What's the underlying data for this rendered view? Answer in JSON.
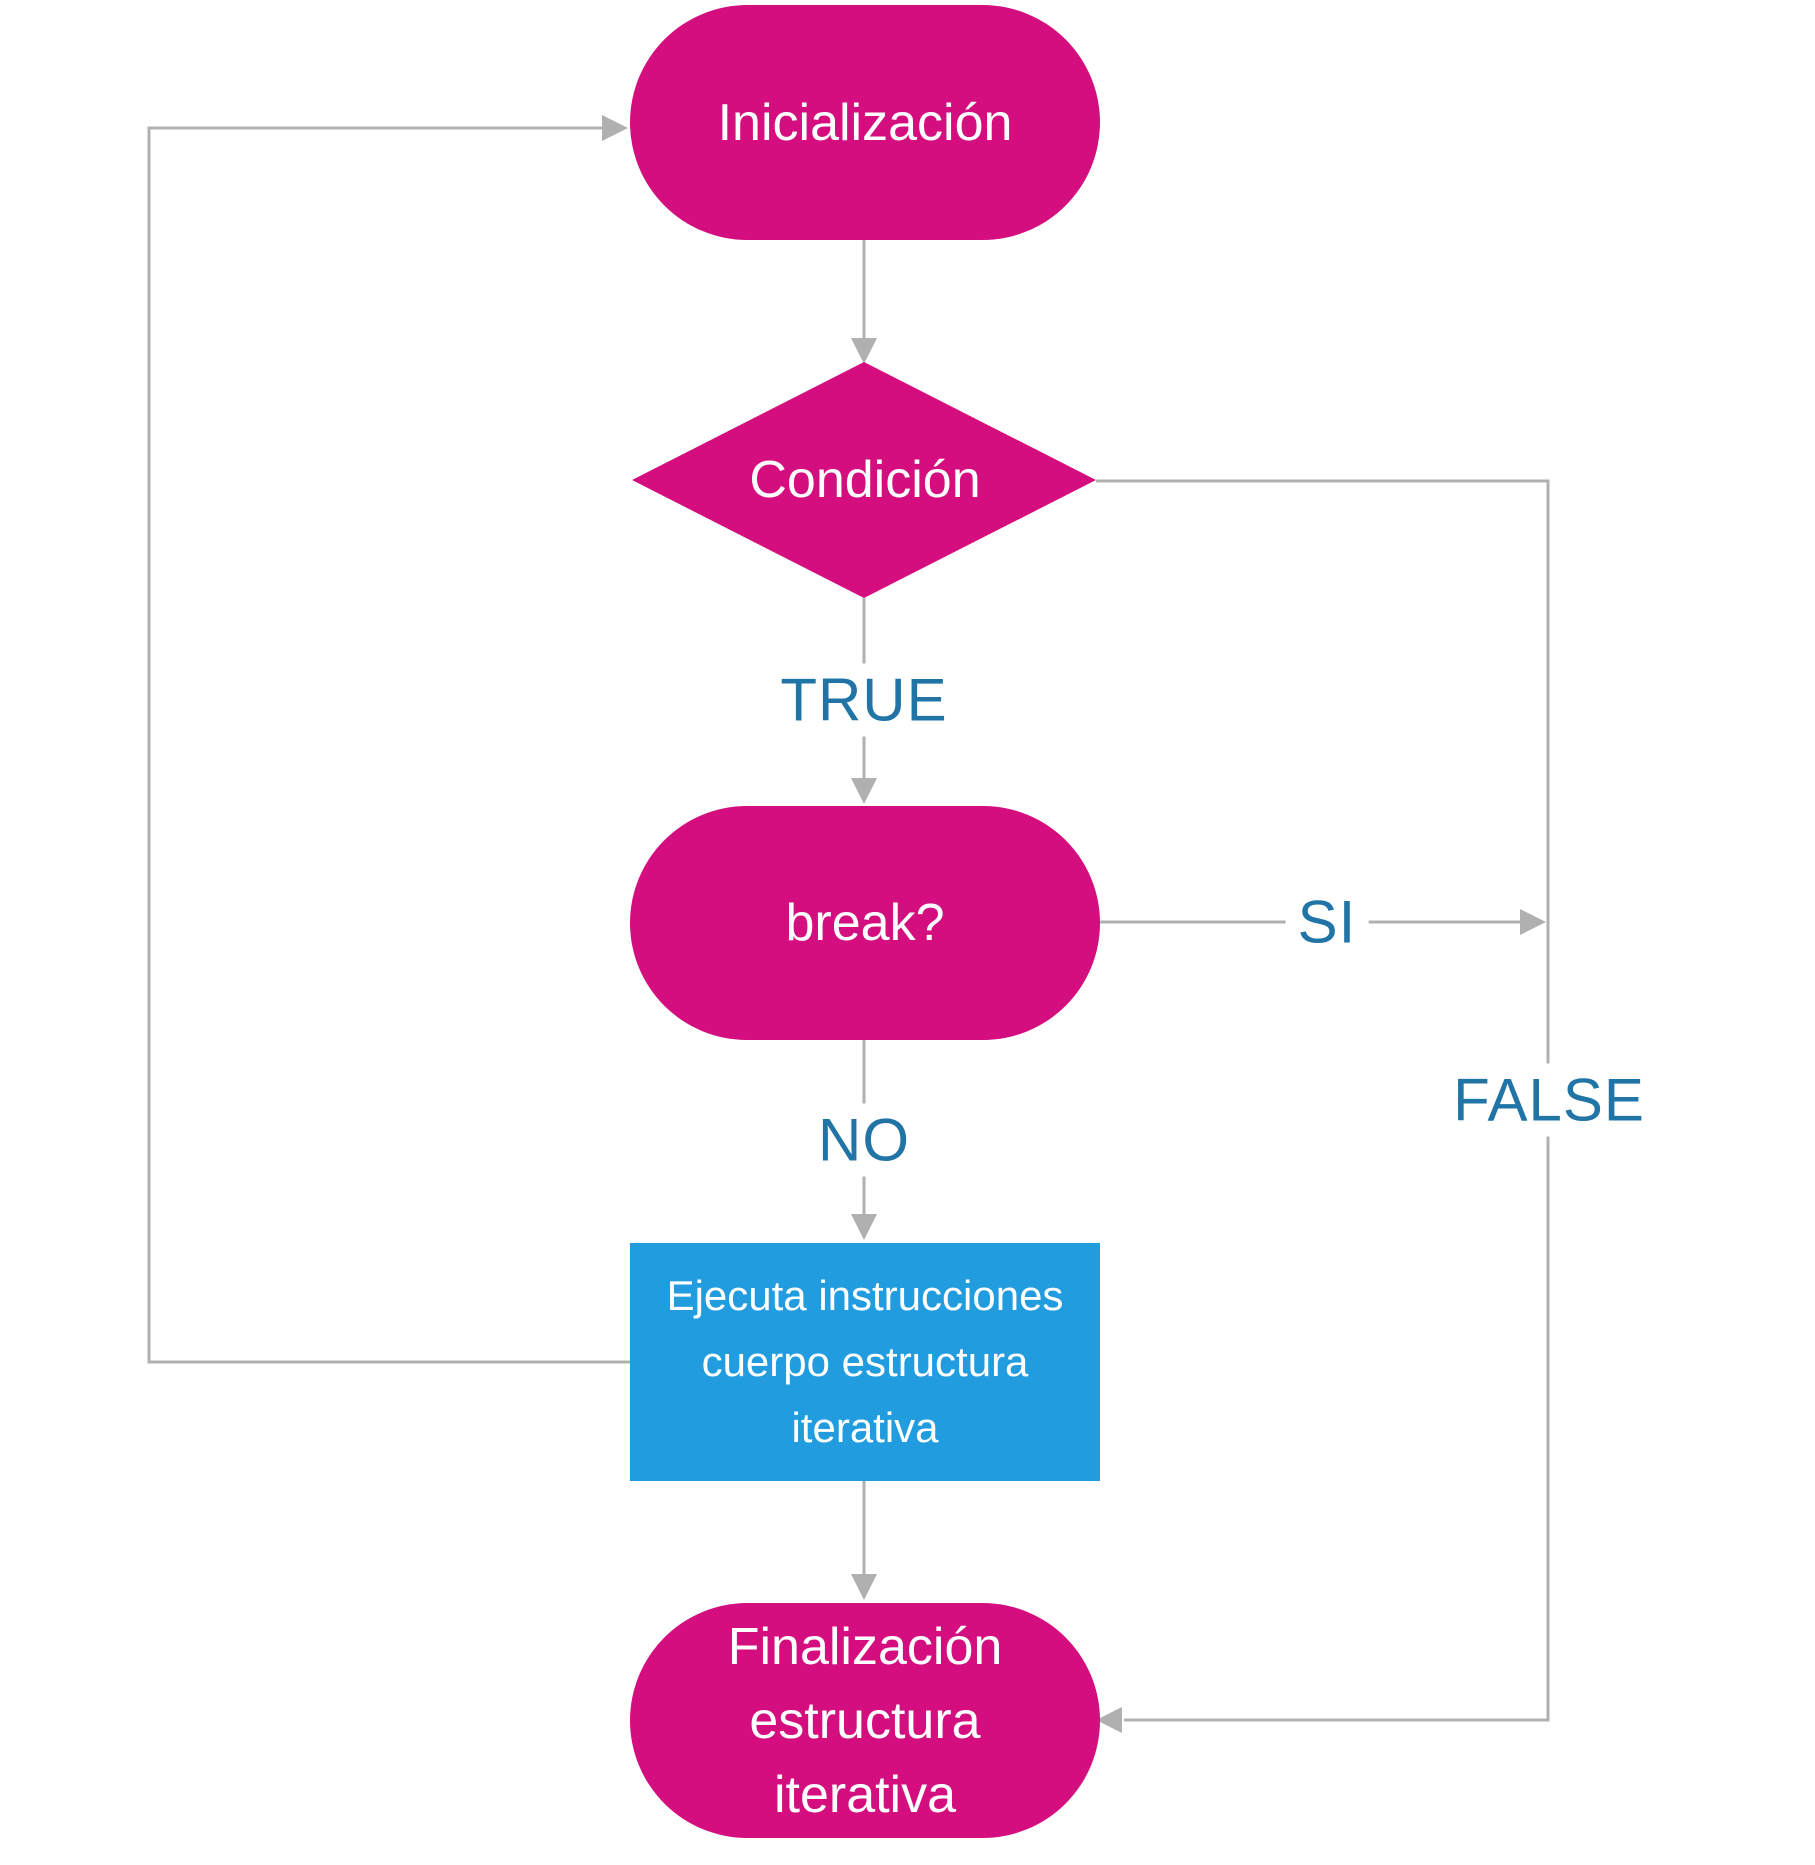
{
  "diagram": {
    "type": "flowchart",
    "nodes": {
      "start": {
        "label": "Inicialización"
      },
      "condition": {
        "label": "Condición"
      },
      "break_check": {
        "label": "break?"
      },
      "body": {
        "label": "Ejecuta instrucciones\ncuerpo estructura\niterativa"
      },
      "end": {
        "label": "Finalización\nestructura\niterativa"
      }
    },
    "edge_labels": {
      "true_branch": "TRUE",
      "no_branch": "NO",
      "si_branch": "SI",
      "false_branch": "FALSE"
    },
    "colors": {
      "node_pink": "#d40e7e",
      "node_blue": "#209cdf",
      "node_text": "#ffffff",
      "edge_label_text": "#2174a6",
      "connector": "#b0b0b0"
    }
  }
}
